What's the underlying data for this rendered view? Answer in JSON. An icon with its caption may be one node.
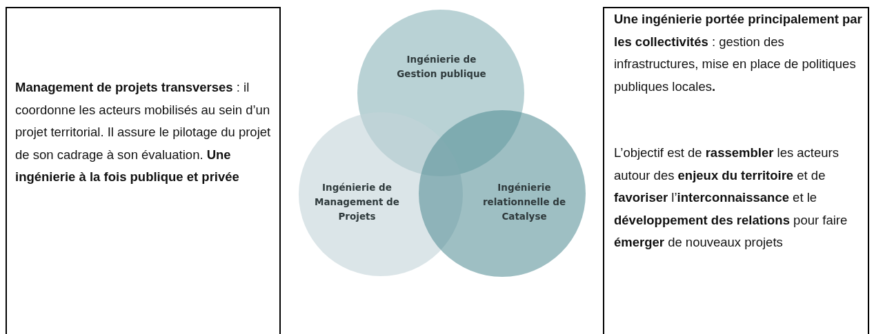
{
  "diagram": {
    "nodes": [
      {
        "text": [
          "Ingénierie de Gestion publique"
        ]
      },
      {
        "text": [
          "Ingénierie de Management de Projets"
        ]
      },
      {
        "text": [
          "Ingénierie relationnelle de Catalyse"
        ]
      }
    ],
    "labels": [
      "**Management de projets transverses** : il coordonne les acteurs mobilisés au sein d’un projet territorial. Il assure le pilotage du projet de son cadrage à son évaluation. **Une ingénierie à la fois publique et privée**",
      "**Une ingénierie portée principalement par les collectivités** : gestion des infrastructures, mise en place de politiques publiques locales**.**",
      "L’objectif est de **rassembler** les acteurs autour des **enjeux du territoire** et de **favoriser** l’**interconnaissance** et le **développement des relations** pour faire **émerger** de nouveaux projets"
    ]
  }
}
